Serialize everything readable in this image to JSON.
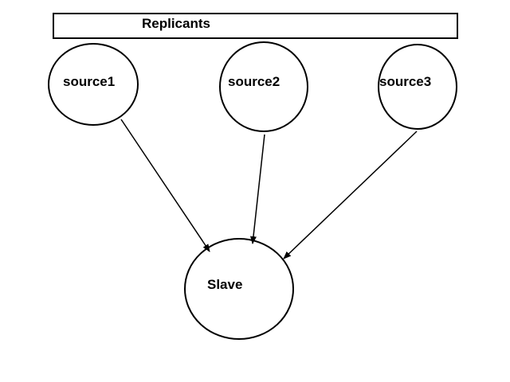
{
  "header": {
    "title": "Replicants"
  },
  "nodes": {
    "source1": "source1",
    "source2": "source2",
    "source3": "source3",
    "slave": "Slave"
  },
  "edges": [
    {
      "from": "source1",
      "to": "slave"
    },
    {
      "from": "source2",
      "to": "slave"
    },
    {
      "from": "source3",
      "to": "slave"
    }
  ],
  "colors": {
    "stroke": "#000000",
    "background": "#ffffff"
  }
}
